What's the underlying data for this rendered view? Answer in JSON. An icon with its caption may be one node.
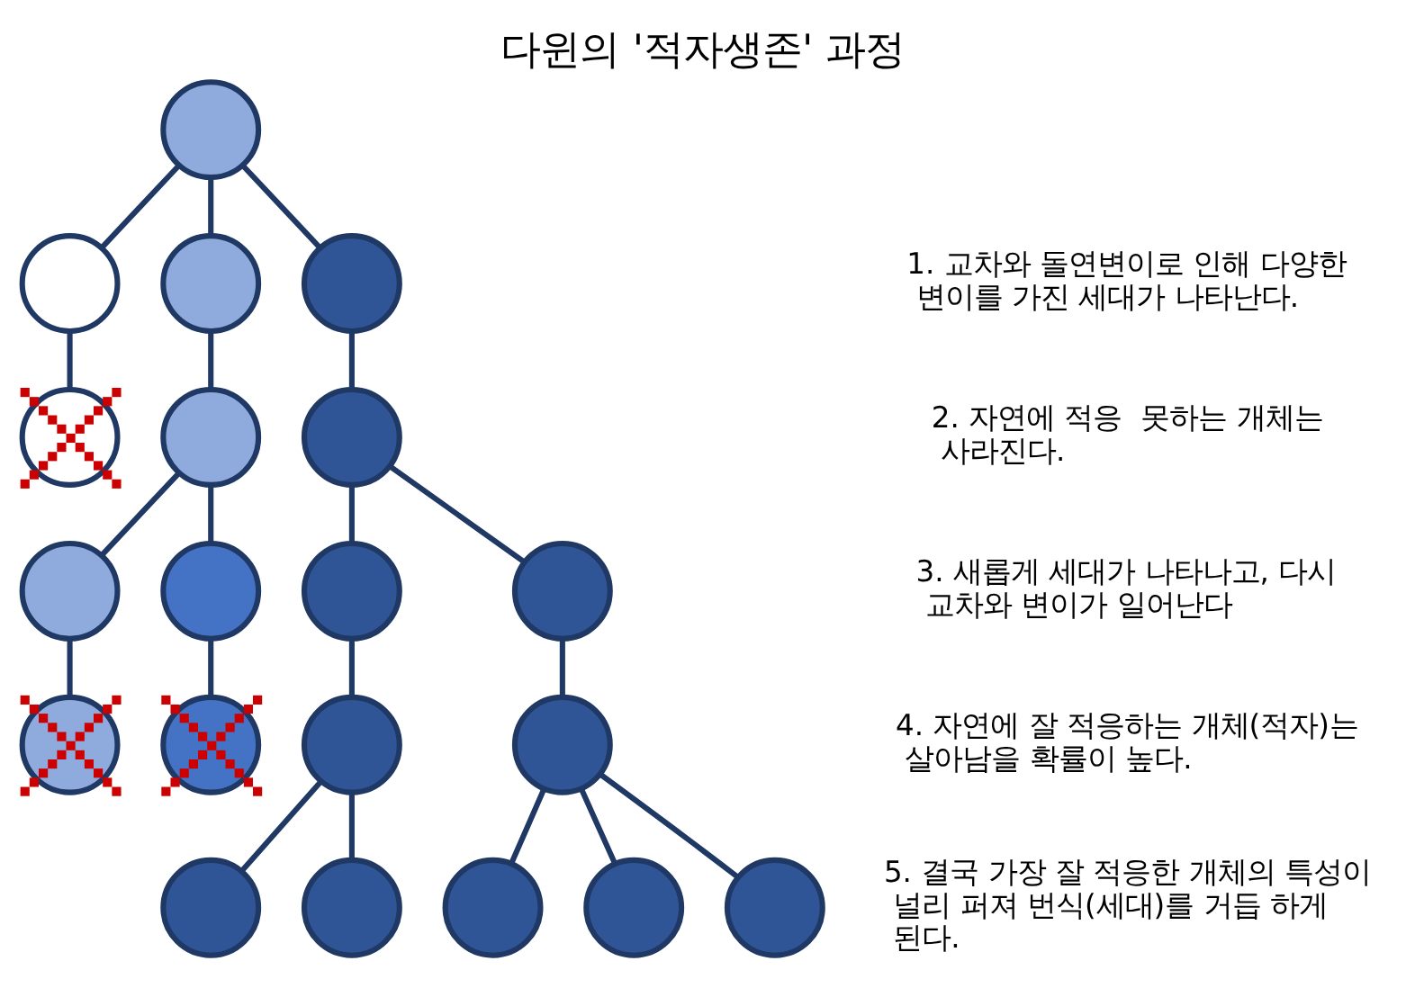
{
  "diagram": {
    "title": "다윈의 '적자생존' 과정",
    "nodes": [
      {
        "text": [],
        "shape": "circle"
      },
      {
        "text": [],
        "shape": "circle"
      },
      {
        "text": [],
        "shape": "circle"
      },
      {
        "text": [],
        "shape": "circle"
      },
      {
        "text": [],
        "shape": "circle"
      },
      {
        "text": [],
        "shape": "circle"
      },
      {
        "text": [],
        "shape": "circle"
      },
      {
        "text": [],
        "shape": "circle"
      },
      {
        "text": [],
        "shape": "circle"
      },
      {
        "text": [],
        "shape": "circle"
      },
      {
        "text": [],
        "shape": "circle"
      },
      {
        "text": [],
        "shape": "circle"
      },
      {
        "text": [],
        "shape": "circle"
      },
      {
        "text": [],
        "shape": "circle"
      },
      {
        "text": [],
        "shape": "circle"
      },
      {
        "text": [],
        "shape": "circle"
      },
      {
        "text": [],
        "shape": "circle"
      },
      {
        "text": [],
        "shape": "circle"
      },
      {
        "text": [],
        "shape": "circle"
      },
      {
        "text": [],
        "shape": "circle"
      }
    ],
    "edges": [
      {
        "from": 0,
        "to": 1,
        "arrow": "none"
      },
      {
        "from": 0,
        "to": 2,
        "arrow": "none"
      },
      {
        "from": 0,
        "to": 3,
        "arrow": "none"
      },
      {
        "from": 1,
        "to": 4,
        "arrow": "none"
      },
      {
        "from": 2,
        "to": 5,
        "arrow": "none"
      },
      {
        "from": 3,
        "to": 6,
        "arrow": "none"
      },
      {
        "from": 5,
        "to": 7,
        "arrow": "none"
      },
      {
        "from": 5,
        "to": 8,
        "arrow": "none"
      },
      {
        "from": 6,
        "to": 9,
        "arrow": "none"
      },
      {
        "from": 6,
        "to": 10,
        "arrow": "none"
      },
      {
        "from": 7,
        "to": 11,
        "arrow": "none"
      },
      {
        "from": 8,
        "to": 12,
        "arrow": "none"
      },
      {
        "from": 9,
        "to": 13,
        "arrow": "none"
      },
      {
        "from": 10,
        "to": 14,
        "arrow": "none"
      },
      {
        "from": 13,
        "to": 15,
        "arrow": "none"
      },
      {
        "from": 13,
        "to": 16,
        "arrow": "none"
      },
      {
        "from": 14,
        "to": 17,
        "arrow": "none"
      },
      {
        "from": 14,
        "to": 18,
        "arrow": "none"
      },
      {
        "from": 14,
        "to": 19,
        "arrow": "none"
      }
    ],
    "labels": [
      "1. 교차와 돌연변이로 인해 다양한 변이를 가진 세대가 나타난다.",
      "2. 자연에 적응  못하는 개체는 사라진다.",
      "3. 새롭게 세대가 나타나고, 다시 교차와 변이가 일어난다",
      "4. 자연에 잘 적응하는 개체(적자)는 살아남을 확률이 높다.",
      "5. 결국 가장 잘 적응한 개체의 특성이 널리 퍼져 번식(세대)를 거듭 하게 된다."
    ]
  }
}
